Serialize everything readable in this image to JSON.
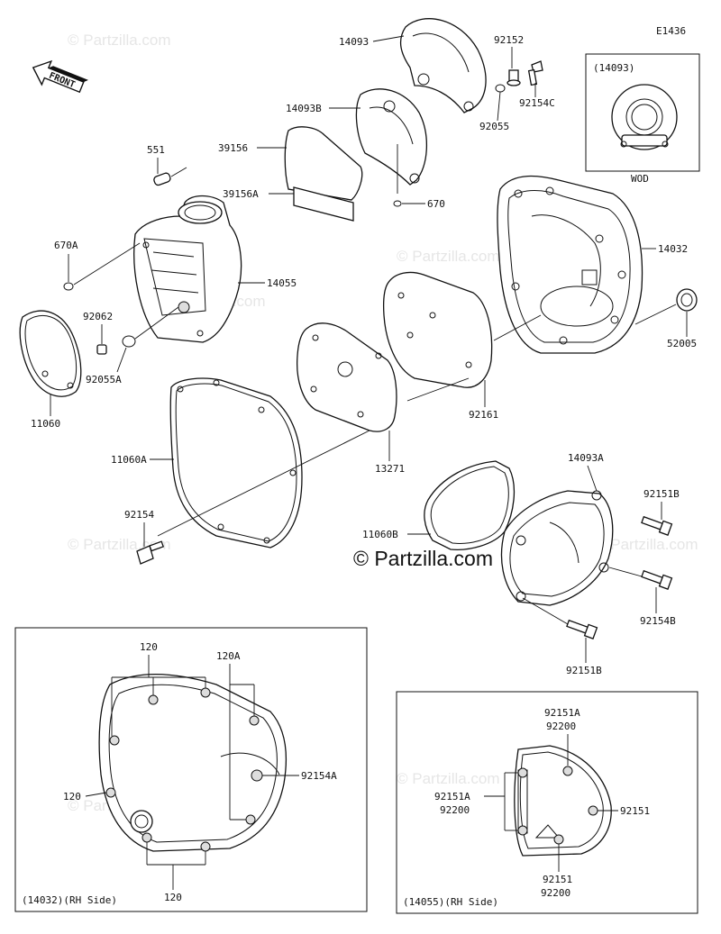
{
  "diagram_code": "E1436",
  "front_label": "FRONT",
  "watermark": "© Partzilla.com",
  "parts": {
    "p14093": "14093",
    "p92152": "92152",
    "p92154C": "92154C",
    "p92055": "92055",
    "p14093B": "14093B",
    "p551": "551",
    "p39156": "39156",
    "p39156A": "39156A",
    "p670": "670",
    "p670A": "670A",
    "p14055": "14055",
    "p92062": "92062",
    "p92055A": "92055A",
    "p11060": "11060",
    "p14032": "14032",
    "p52005": "52005",
    "p92161": "92161",
    "p13271": "13271",
    "p11060A": "11060A",
    "p92154": "92154",
    "p14093A": "14093A",
    "p92151B_top": "92151B",
    "p92154B": "92154B",
    "p92151B_bottom": "92151B",
    "p11060B": "11060B"
  },
  "inset_wod": {
    "header": "(14093)",
    "footer": "WOD"
  },
  "inset_rh_14032": {
    "caption": "(14032)(RH Side)",
    "label_120_top": "120",
    "label_120A": "120A",
    "label_92154A": "92154A",
    "label_120_left": "120",
    "label_120_bottom": "120"
  },
  "inset_rh_14055": {
    "caption": "(14055)(RH Side)",
    "label_top_a": "92151A",
    "label_top_b": "92200",
    "label_left_a": "92151A",
    "label_left_b": "92200",
    "label_right": "92151",
    "label_bottom_a": "92151",
    "label_bottom_b": "92200"
  }
}
